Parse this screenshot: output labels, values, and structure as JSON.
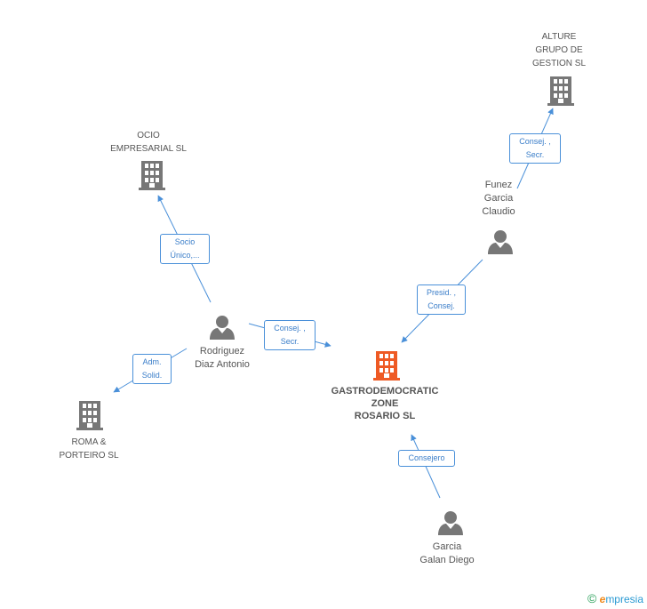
{
  "nodes": {
    "center": {
      "lines": [
        "GASTRODEMOCRATIC",
        "ZONE",
        "ROSARIO SL"
      ]
    },
    "altura": {
      "lines": [
        "ALTURE",
        "GRUPO DE",
        "GESTION SL"
      ]
    },
    "ocio": {
      "lines": [
        "OCIO",
        "EMPRESARIAL SL"
      ]
    },
    "roma": {
      "lines": [
        "ROMA &",
        "PORTEIRO SL"
      ]
    },
    "funez": {
      "lines": [
        "Funez",
        "Garcia",
        "Claudio"
      ]
    },
    "rodriguez": {
      "lines": [
        "Rodriguez",
        "Diaz Antonio"
      ]
    },
    "garcia": {
      "lines": [
        "Garcia",
        "Galan Diego"
      ]
    }
  },
  "edges": {
    "funez_altura": {
      "lines": [
        "Consej. ,",
        "Secr."
      ]
    },
    "rodriguez_ocio": {
      "lines": [
        "Socio",
        "Único,..."
      ]
    },
    "rodriguez_center": {
      "lines": [
        "Consej. ,",
        "Secr."
      ]
    },
    "rodriguez_roma": {
      "lines": [
        "Adm.",
        "Solid."
      ]
    },
    "funez_center": {
      "lines": [
        "Presid. ,",
        "Consej."
      ]
    },
    "garcia_center": {
      "lines": [
        "Consejero"
      ]
    }
  },
  "colors": {
    "edge": "#4a90d9",
    "icon": "#777777",
    "main_icon": "#ee5a24"
  },
  "footer": {
    "copyright": "©",
    "brand_e": "e",
    "brand_rest": "mpresia"
  }
}
